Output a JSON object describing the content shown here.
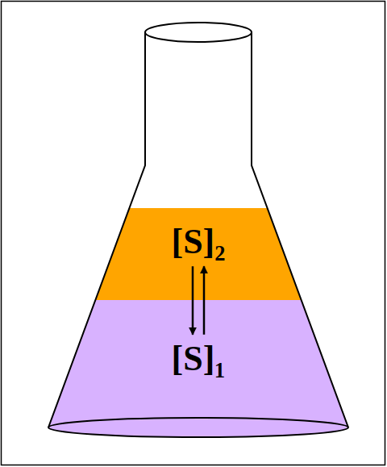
{
  "diagram": {
    "nodes": [
      {
        "text": [
          "[S]₂"
        ]
      },
      {
        "text": [
          "[S]₁"
        ]
      }
    ],
    "edges": [
      {
        "from": 0,
        "to": 1,
        "arrow": "to"
      },
      {
        "from": 1,
        "to": 0,
        "arrow": "to"
      }
    ]
  }
}
